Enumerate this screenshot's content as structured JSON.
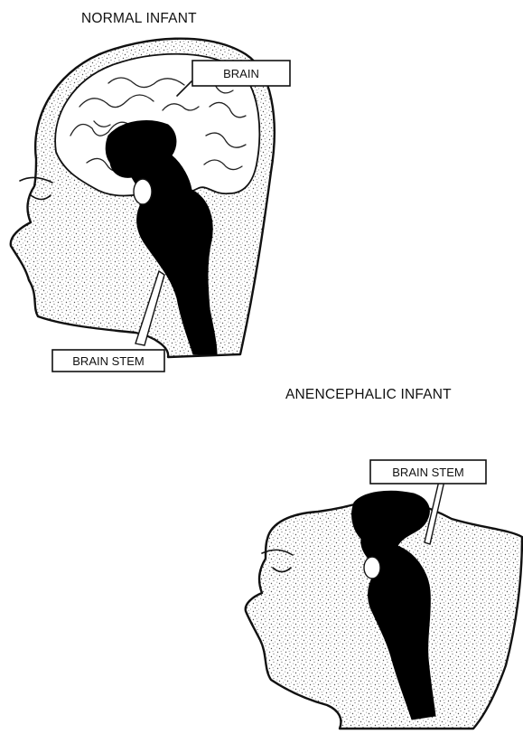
{
  "normal": {
    "title": "NORMAL INFANT",
    "brain_label": "BRAIN",
    "brain_stem_label": "BRAIN STEM"
  },
  "anencephalic": {
    "title": "ANENCEPHALIC INFANT",
    "brain_stem_label": "BRAIN STEM"
  }
}
